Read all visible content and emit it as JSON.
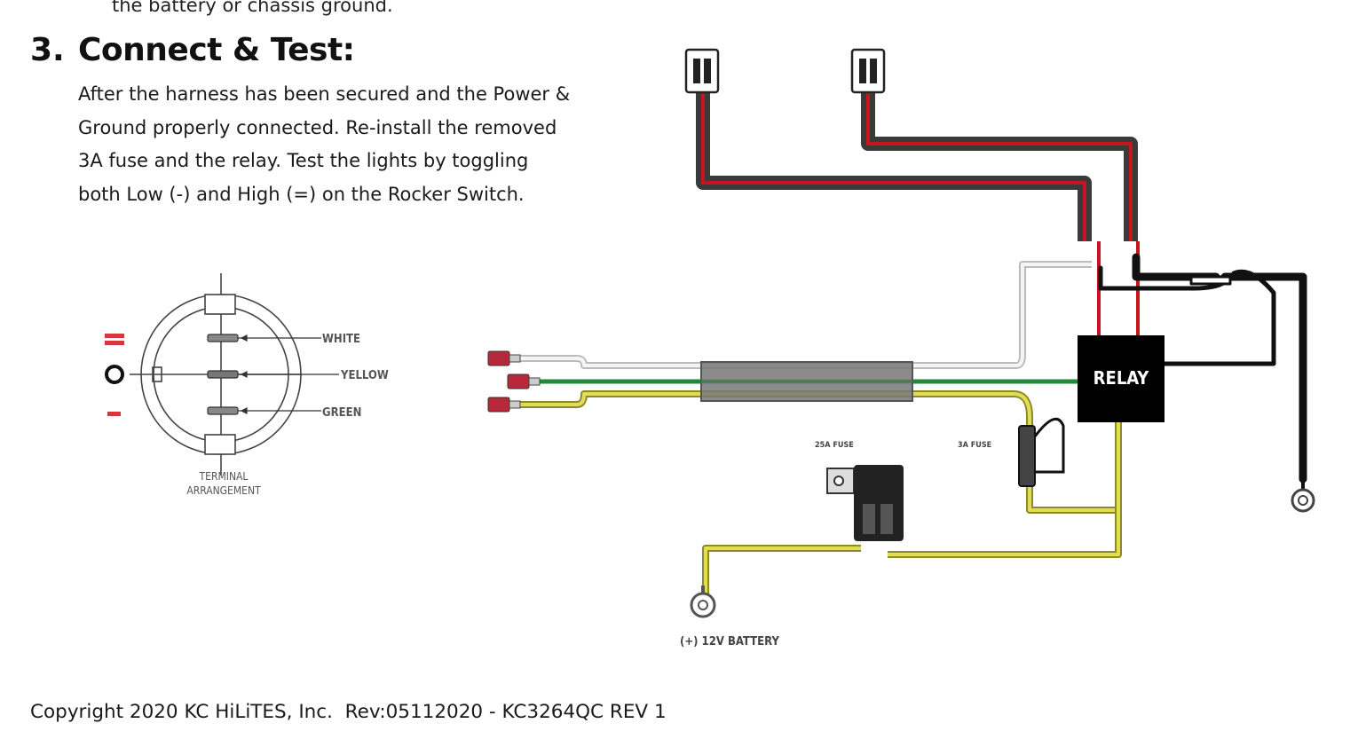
{
  "document": {
    "previous_text": "the battery or chassis ground.",
    "step": {
      "number": "3.",
      "title": "Connect & Test:",
      "body_lines": [
        "After the harness has been secured and the Power &",
        "Ground properly connected. Re-install the removed",
        "3A fuse and the relay. Test the lights by toggling",
        "both Low (-) and High (=) on the Rocker Switch."
      ]
    },
    "footer": {
      "copyright": "Copyright 2020 KC HiLiTES, Inc.  Rev:05112020 - KC3264QC REV 1"
    }
  },
  "switch_diagram": {
    "wire_labels": [
      "WHITE",
      "YELLOW",
      "GREEN"
    ],
    "caption_lines": [
      "TERMINAL",
      "ARRANGEMENT"
    ],
    "symbols": [
      "double-dash-icon",
      "circle-icon",
      "dash-icon"
    ]
  },
  "wiring_diagram": {
    "relay_label": "RELAY",
    "fuse_25a_label": "25A FUSE",
    "fuse_3a_label": "3A FUSE",
    "battery_label": "(+) 12V BATTERY"
  },
  "colors": {
    "wire_red": "#c8141e",
    "wire_green": "#1f8a3a",
    "wire_yellow": "#e2dd52",
    "wire_white": "#f2f2f2",
    "wire_black": "#111111",
    "relay_fill": "#000000"
  }
}
